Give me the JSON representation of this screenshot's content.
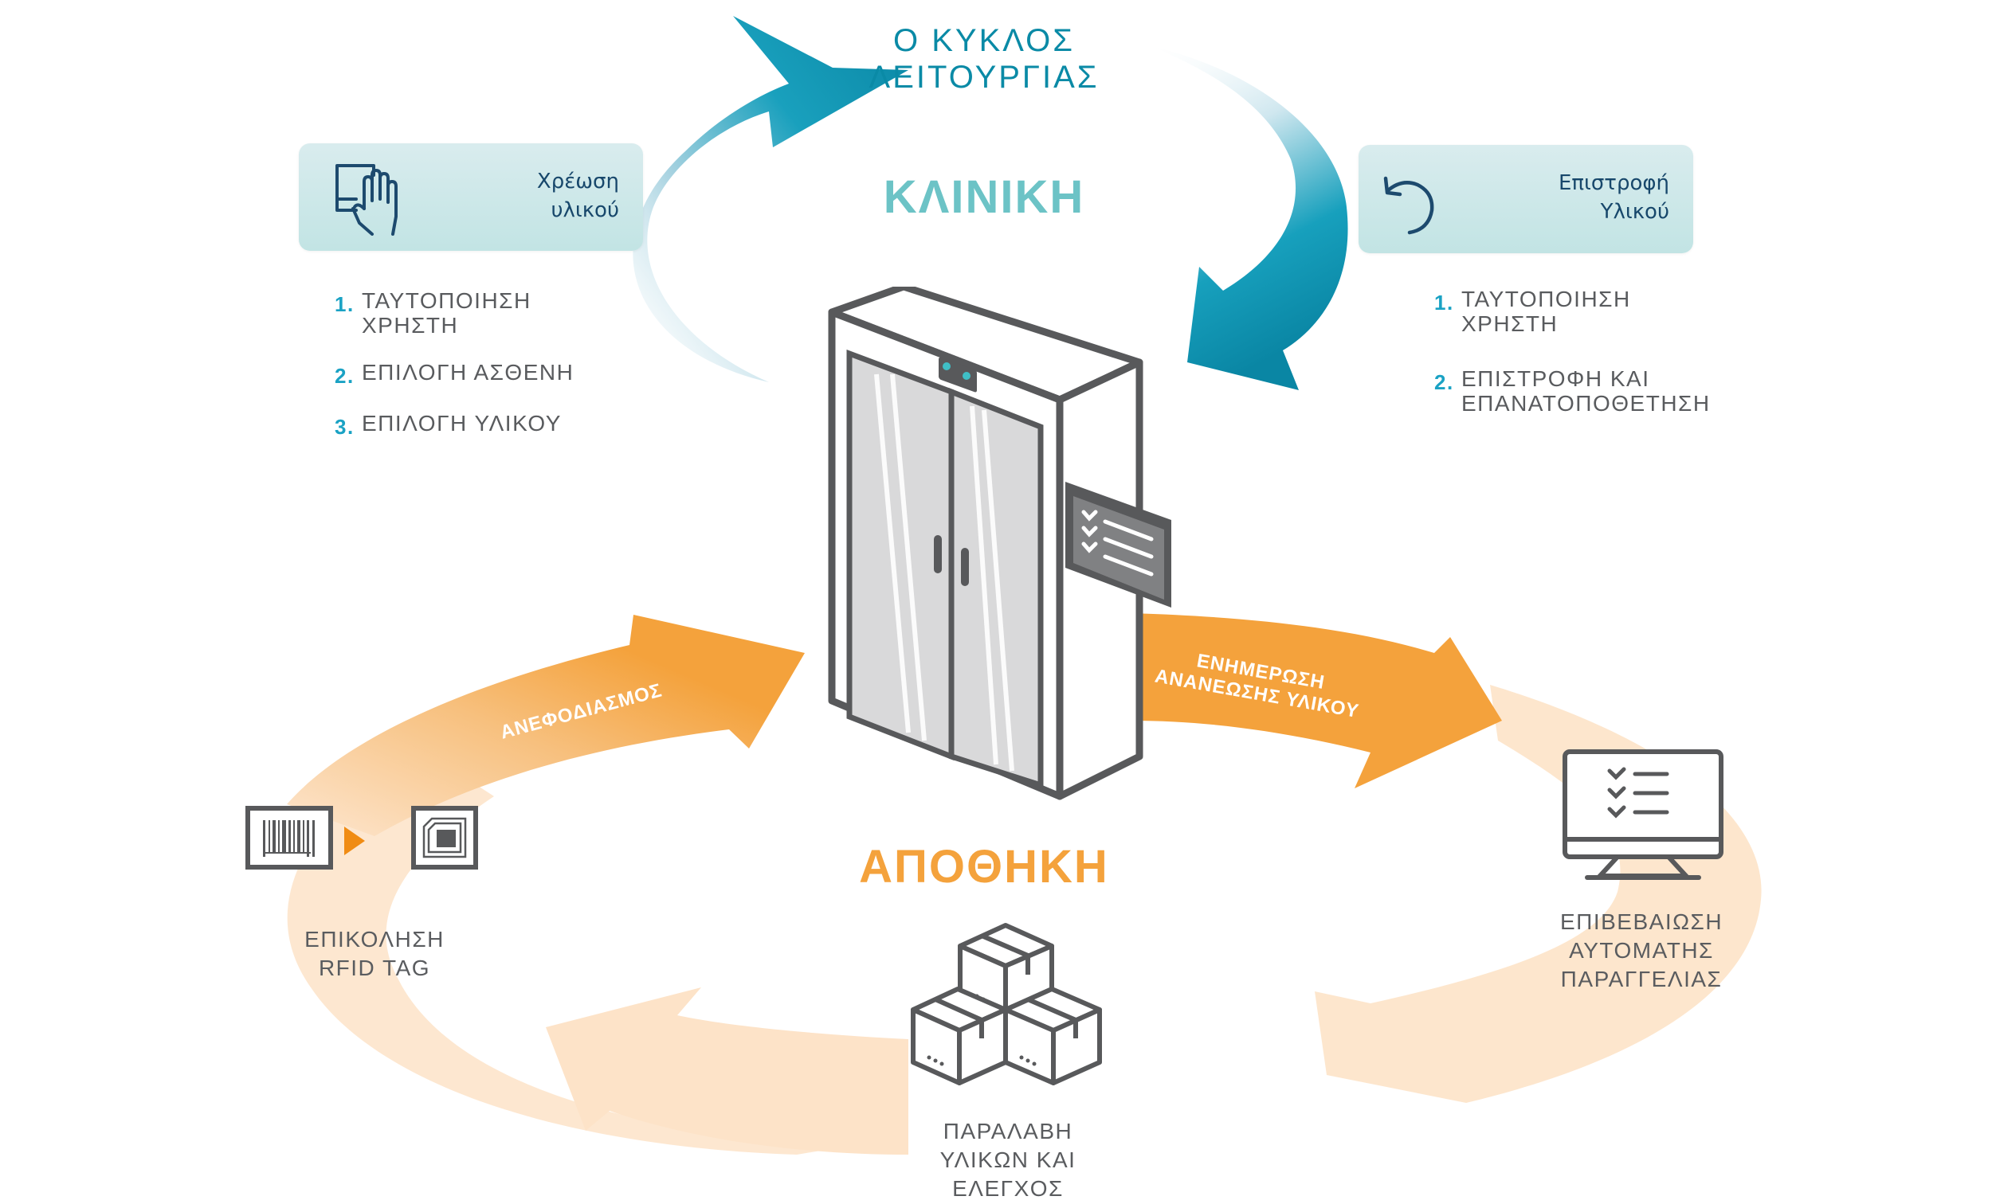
{
  "diagram": {
    "title_lines": [
      "Ο ΚΥΚΛΟΣ",
      "ΛΕΙΤΟΥΡΓΙΑΣ"
    ],
    "zones": {
      "clinic": "ΚΛΙΝΙΚΗ",
      "warehouse": "ΑΠΟΘΗΚΗ"
    },
    "colors": {
      "teal_dark": "#0a8aa6",
      "teal_light": "#6cc3c6",
      "card_bg": "#c9e6e7",
      "card_text": "#17476b",
      "orange": "#f4a23c",
      "orange_light": "#fde3c8",
      "icon_gray": "#58595b",
      "text_gray": "#595b5e",
      "step_number": "#1aa2c4"
    },
    "clinic_left": {
      "card": {
        "icon": "tablet-hand-icon",
        "label_lines": [
          "Χρέωση",
          "υλικού"
        ]
      },
      "steps": [
        {
          "number": "1.",
          "lines": [
            "ΤΑΥΤΟΠΟΙΗΣΗ",
            "ΧΡΗΣΤΗ"
          ]
        },
        {
          "number": "2.",
          "lines": [
            "ΕΠΙΛΟΓΗ ΑΣΘΕΝΗ"
          ]
        },
        {
          "number": "3.",
          "lines": [
            "ΕΠΙΛΟΓΗ ΥΛΙΚΟΥ"
          ]
        }
      ]
    },
    "clinic_right": {
      "card": {
        "icon": "undo-arrow-icon",
        "label_lines": [
          "Επιστροφή",
          "Υλικού"
        ]
      },
      "steps": [
        {
          "number": "1.",
          "lines": [
            "ΤΑΥΤΟΠΟΙΗΣΗ",
            "ΧΡΗΣΤΗ"
          ]
        },
        {
          "number": "2.",
          "lines": [
            "ΕΠΙΣΤΡΟΦΗ ΚΑΙ",
            "ΕΠΑΝΑΤΟΠΟΘΕΤΗΣΗ"
          ]
        }
      ]
    },
    "center": {
      "icon": "smart-cabinet-icon",
      "panel_icon": "checklist-icon"
    },
    "arrows": {
      "resupply": "ΑΝΕΦΟΔΙΑΣΜΟΣ",
      "update_lines": [
        "ΕΝΗΜΕΡΩΣΗ",
        "ΑΝΑΝΕΩΣΗΣ ΥΛΙΚΟΥ"
      ]
    },
    "warehouse_nodes": [
      {
        "id": "rfid",
        "icons": [
          "barcode-icon",
          "rfid-tag-icon"
        ],
        "label_lines": [
          "ΕΠΙΚΟΛΗΣΗ",
          "RFID TAG"
        ]
      },
      {
        "id": "receive",
        "icons": [
          "boxes-icon"
        ],
        "label_lines": [
          "ΠΑΡΑΛΑΒΗ",
          "ΥΛΙΚΩΝ ΚΑΙ",
          "ΕΛΕΓΧΟΣ"
        ]
      },
      {
        "id": "confirm",
        "icons": [
          "monitor-checklist-icon"
        ],
        "label_lines": [
          "ΕΠΙΒΕΒΑΙΩΣΗ",
          "ΑΥΤΟΜΑΤΗΣ",
          "ΠΑΡΑΓΓΕΛΙΑΣ"
        ]
      }
    ]
  }
}
